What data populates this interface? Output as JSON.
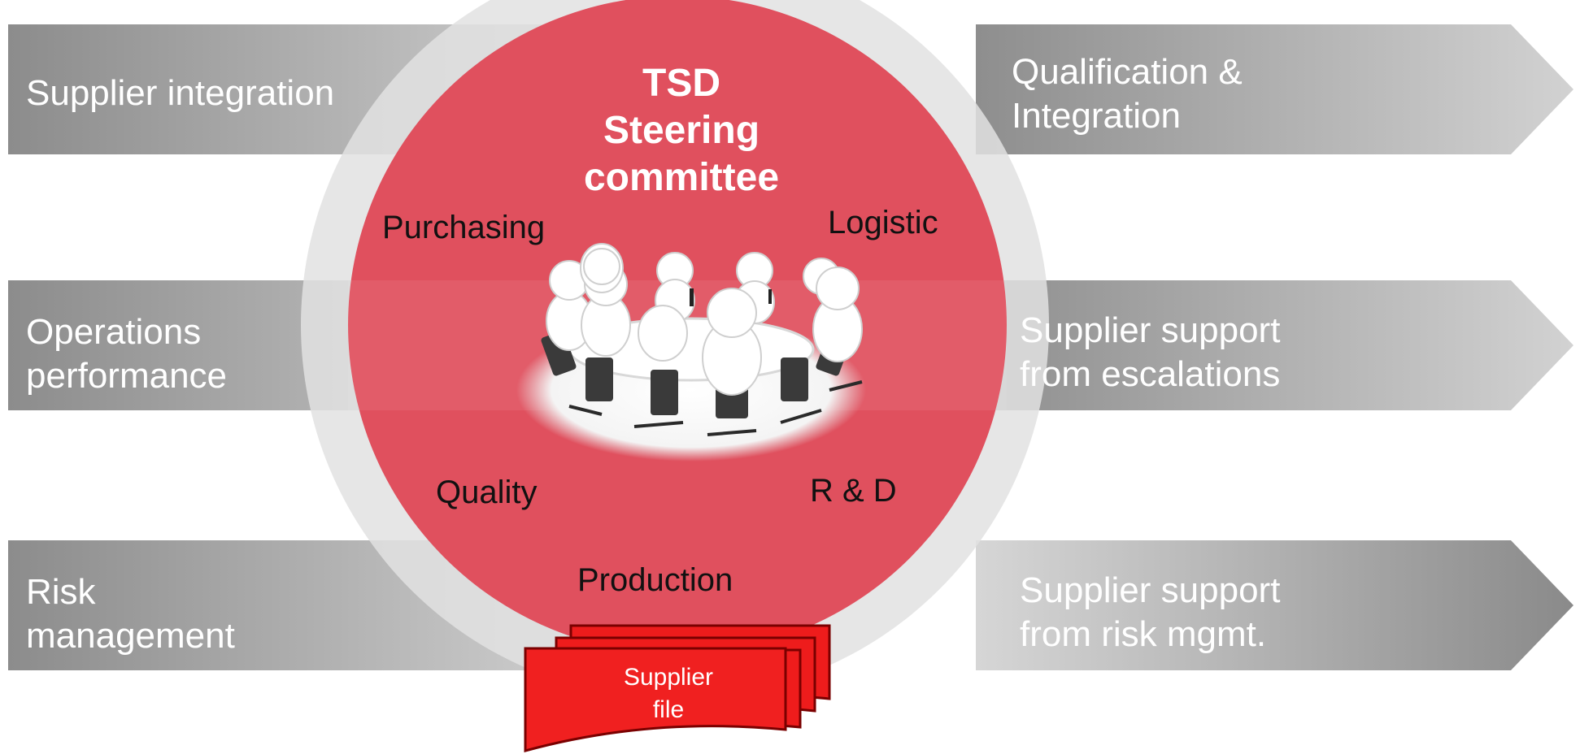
{
  "left_bands": [
    {
      "id": "supplier-integration",
      "lines": [
        "Supplier integration"
      ]
    },
    {
      "id": "operations-performance",
      "lines": [
        "Operations",
        "performance"
      ]
    },
    {
      "id": "risk-management",
      "lines": [
        "Risk",
        "management"
      ]
    }
  ],
  "right_bands": [
    {
      "id": "qualification-integration",
      "lines": [
        "Qualification &",
        "Integration"
      ]
    },
    {
      "id": "support-escalations",
      "lines": [
        "Supplier support",
        "from escalations"
      ]
    },
    {
      "id": "support-risk-mgmt",
      "lines": [
        "Supplier support",
        "from risk mgmt."
      ]
    }
  ],
  "committee": {
    "title_lines": [
      "TSD",
      "Steering",
      "committee"
    ],
    "members": {
      "purchasing": "Purchasing",
      "logistic": "Logistic",
      "quality": "Quality",
      "rnd": "R & D",
      "production": "Production"
    }
  },
  "supplier_file": {
    "lines": [
      "Supplier",
      "file"
    ]
  },
  "colors": {
    "circle": "#e0505e",
    "ring": "#d9d9d9",
    "band_dark": "#8e8e8e",
    "band_light": "#c8c8c8",
    "file": "#ee1c1c"
  }
}
